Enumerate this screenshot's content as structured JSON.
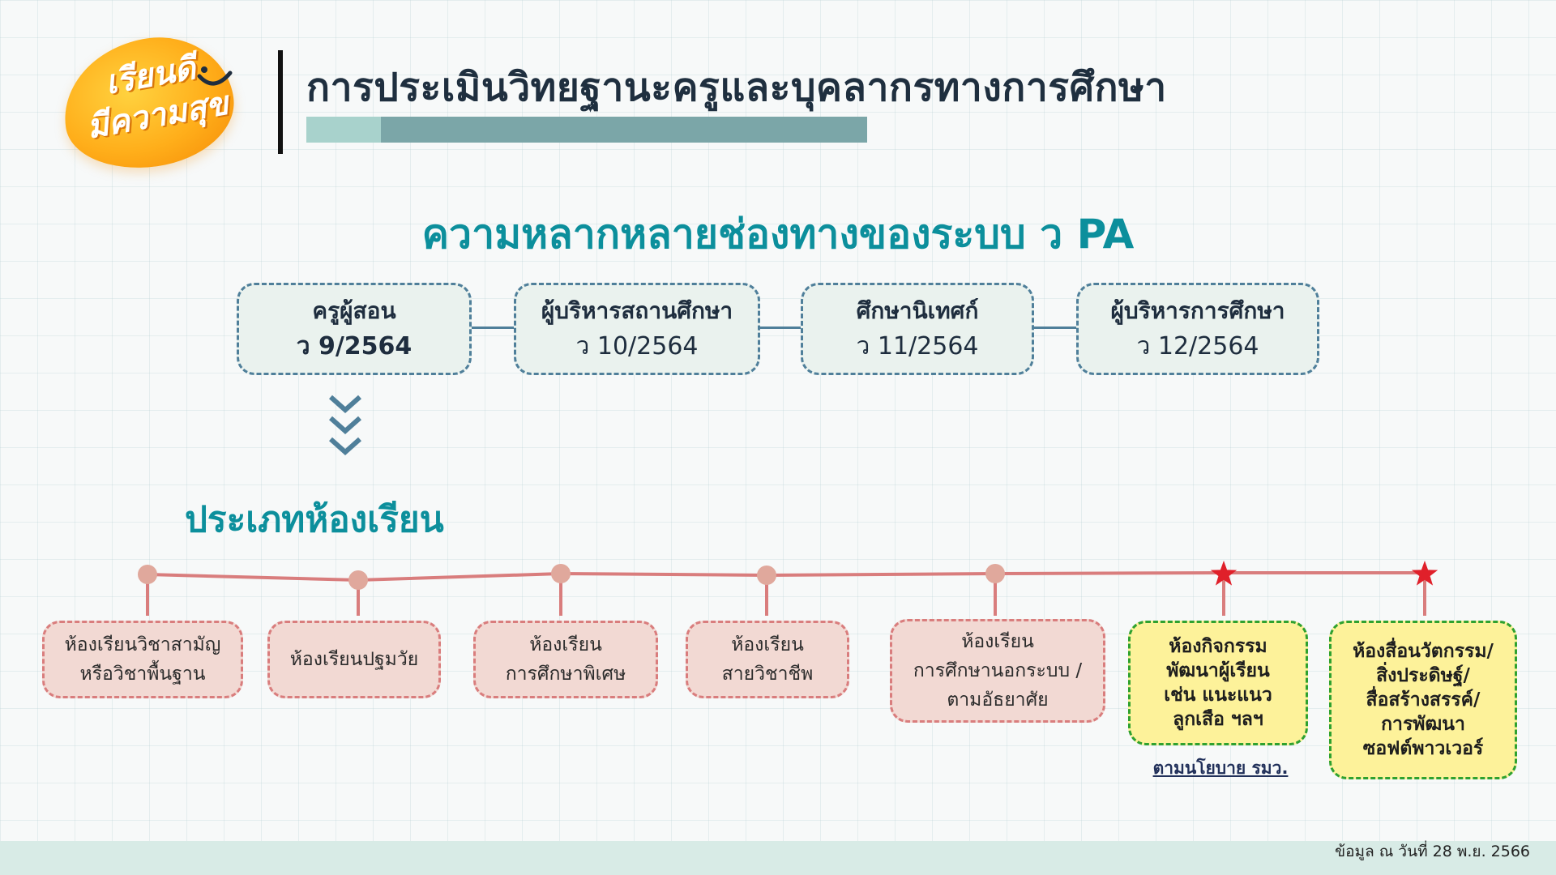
{
  "logo": {
    "line1": "เรียนดี",
    "line2": "มีความสุข"
  },
  "header": {
    "title": "การประเมินวิทยฐานะครูและบุคลากรทางการศึกษา"
  },
  "section_title": "ความหลากหลายช่องทางของระบบ ว PA",
  "pa_channels": [
    {
      "title": "ครูผู้สอน",
      "code": "ว 9/2564"
    },
    {
      "title": "ผู้บริหารสถานศึกษา",
      "code": "ว 10/2564"
    },
    {
      "title": "ศึกษานิเทศก์",
      "code": "ว 11/2564"
    },
    {
      "title": "ผู้บริหารการศึกษา",
      "code": "ว 12/2564"
    }
  ],
  "classroom_title": "ประเภทห้องเรียน",
  "classrooms": [
    {
      "lines": [
        "ห้องเรียนวิชาสามัญ",
        "หรือวิชาพื้นฐาน"
      ]
    },
    {
      "lines": [
        "ห้องเรียนปฐมวัย"
      ]
    },
    {
      "lines": [
        "ห้องเรียน",
        "การศึกษาพิเศษ"
      ]
    },
    {
      "lines": [
        "ห้องเรียน",
        "สายวิชาชีพ"
      ]
    },
    {
      "lines": [
        "ห้องเรียน",
        "การศึกษานอกระบบ /",
        "ตามอัธยาศัย"
      ]
    },
    {
      "lines": [
        "ห้องกิจกรรม",
        "พัฒนาผู้เรียน",
        "เช่น แนะแนว",
        "ลูกเสือ ฯลฯ"
      ]
    },
    {
      "lines": [
        "ห้องสื่อนวัตกรรม/",
        "สิ่งประดิษฐ์/",
        "สื่อสร้างสรรค์/",
        "การพัฒนา",
        "ซอฟต์พาวเวอร์"
      ]
    }
  ],
  "policy_note": "ตามนโยบาย รมว.",
  "footer_note": "ข้อมูล ณ วันที่ 28 พ.ย. 2566",
  "colors": {
    "teal_title": "#0c8f9c",
    "pa_border": "#4f7f9a",
    "room_border": "#d97d7d",
    "policy_border": "#2fa12f",
    "policy_fill": "#fdf29a",
    "star": "#e0202a",
    "logo_orange": "#ffae1a"
  },
  "icons": {
    "chevrons": "chevron-down-icon",
    "star": "star-icon",
    "smile": "smile-icon"
  }
}
